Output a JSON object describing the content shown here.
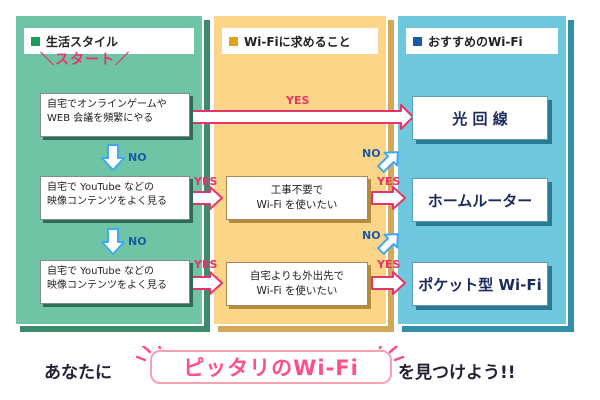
{
  "columns": [
    {
      "label": "生活スタイル",
      "color": "#1a9c5a"
    },
    {
      "label": "Wi-Fiに求めること",
      "color": "#e3a01c"
    },
    {
      "label": "おすすめのWi-Fi",
      "color": "#1b5aa6"
    }
  ],
  "start_label": "＼スタート／",
  "questions": [
    {
      "line1": "自宅でオンラインゲームや",
      "line2": "WEB 会議を頻繁にやる"
    },
    {
      "line1": "自宅で YouTube などの",
      "line2": "映像コンテンツをよく見る"
    },
    {
      "line1": "自宅で YouTube などの",
      "line2": "映像コンテンツをよく見る"
    }
  ],
  "needs": [
    {
      "line1": "工事不要で",
      "line2": "Wi-Fi を使いたい"
    },
    {
      "line1": "自宅よりも外出先で",
      "line2": "Wi-Fi を使いたい"
    }
  ],
  "results": [
    "光 回 線",
    "ホームルーター",
    "ポケット型 Wi-Fi"
  ],
  "labels": {
    "yes": "YES",
    "no": "NO"
  },
  "footer": {
    "before": "あなたに",
    "highlight": "ピッタリのWi-Fi",
    "after": "を見つけよう!!"
  },
  "colors": {
    "yes_arrow": "#e8336a",
    "no_arrow": "#3fa9f5",
    "highlight": "#ff4e8a"
  }
}
